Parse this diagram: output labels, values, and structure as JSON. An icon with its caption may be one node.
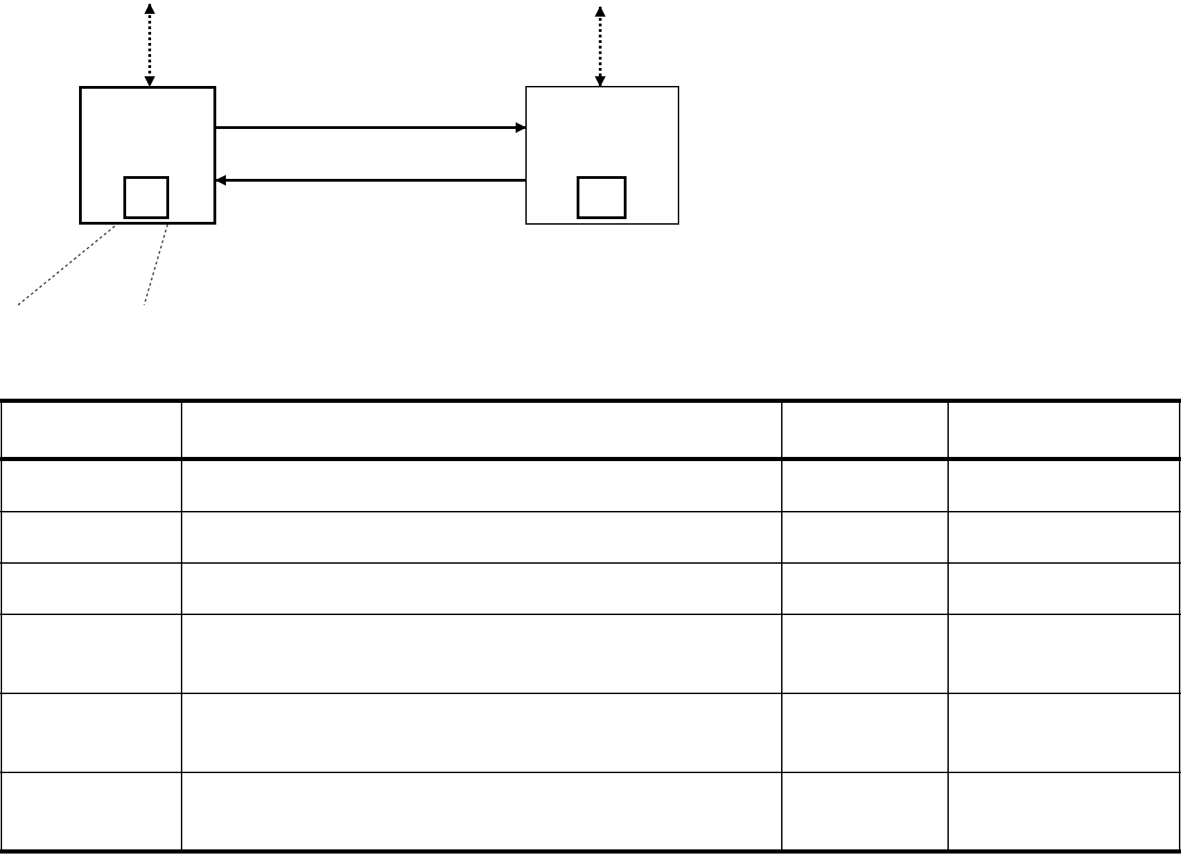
{
  "diagram": {
    "nodes": [
      {
        "text": [],
        "shape": "box"
      },
      {
        "text": [],
        "shape": "box",
        "in": 0
      },
      {
        "text": [],
        "shape": "box"
      },
      {
        "text": [],
        "shape": "box",
        "in": 2
      }
    ],
    "edges": [
      {
        "from": null,
        "to": 0,
        "arrow": "both",
        "style": "dashed"
      },
      {
        "from": null,
        "to": 2,
        "arrow": "both",
        "style": "dashed"
      },
      {
        "from": 0,
        "to": 2,
        "arrow": "to"
      },
      {
        "from": 2,
        "to": 0,
        "arrow": "to"
      },
      {
        "from": 1,
        "to": null,
        "arrow": "none",
        "style": "dashed"
      },
      {
        "from": 1,
        "to": null,
        "arrow": "none",
        "style": "dashed"
      }
    ]
  }
}
